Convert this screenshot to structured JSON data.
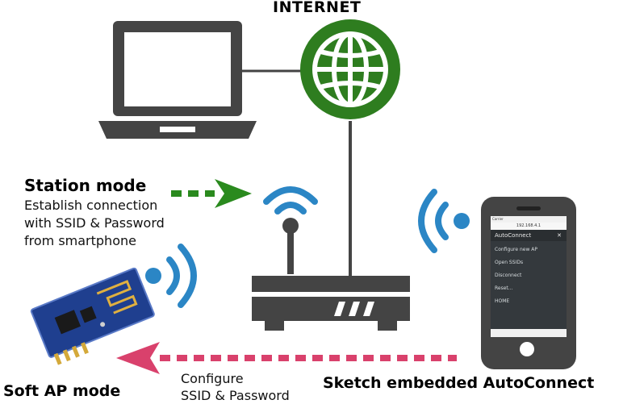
{
  "labels": {
    "internet": "INTERNET",
    "station_mode_title": "Station mode",
    "station_mode_desc": [
      "Establish connection",
      "with SSID & Password",
      "from smartphone"
    ],
    "soft_ap_title": "Soft AP mode",
    "configure_desc": [
      "Configure",
      "SSID & Password"
    ],
    "sketch_title": "Sketch embedded AutoConnect"
  },
  "phone": {
    "carrier": "Carrier",
    "address": "192.168.4.1",
    "app_title": "AutoConnect",
    "close": "✕",
    "menu": [
      "Configure new AP",
      "Open SSIDs",
      "Disconnect",
      "Reset...",
      "HOME"
    ]
  },
  "colors": {
    "device": "#444444",
    "globe": "#2e7d1f",
    "wifi": "#2b86c5",
    "arrow_green": "#2a8a1e",
    "arrow_pink": "#d9416c"
  },
  "icons": [
    "laptop-icon",
    "globe-icon",
    "router-icon",
    "wifi-icon",
    "smartphone-icon",
    "esp-module-icon"
  ]
}
